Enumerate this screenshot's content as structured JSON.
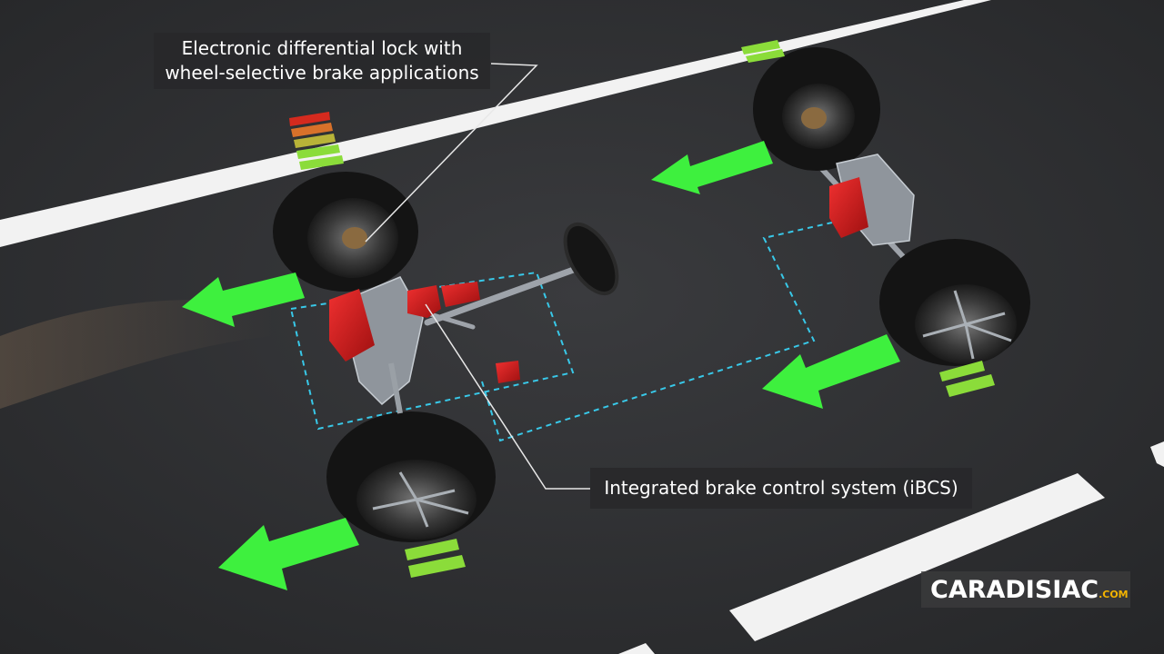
{
  "labels": {
    "edl_line1": "Electronic differential lock with",
    "edl_line2": "wheel-selective brake applications",
    "ibcs": "Integrated brake control system (iBCS)"
  },
  "watermark": {
    "brand": "CARADISIAC",
    "tld": ".COM"
  },
  "icons": {
    "front_left_arrow": "green-arrow-left-icon",
    "rear_left_arrow": "green-arrow-left-icon",
    "front_right_arrow": "green-arrow-left-icon",
    "rear_right_arrow": "green-arrow-left-icon",
    "brake_meter_front_left": "brake-level-meter-icon"
  },
  "colors": {
    "road": "#2f3033",
    "lane_marking": "#f2f2f2",
    "arrow_green": "#3ef03e",
    "bar_green": "#8bdc3a",
    "component_red": "#d81f1f",
    "outline_cyan": "#38c8e8",
    "label_bg": "#28282a"
  }
}
